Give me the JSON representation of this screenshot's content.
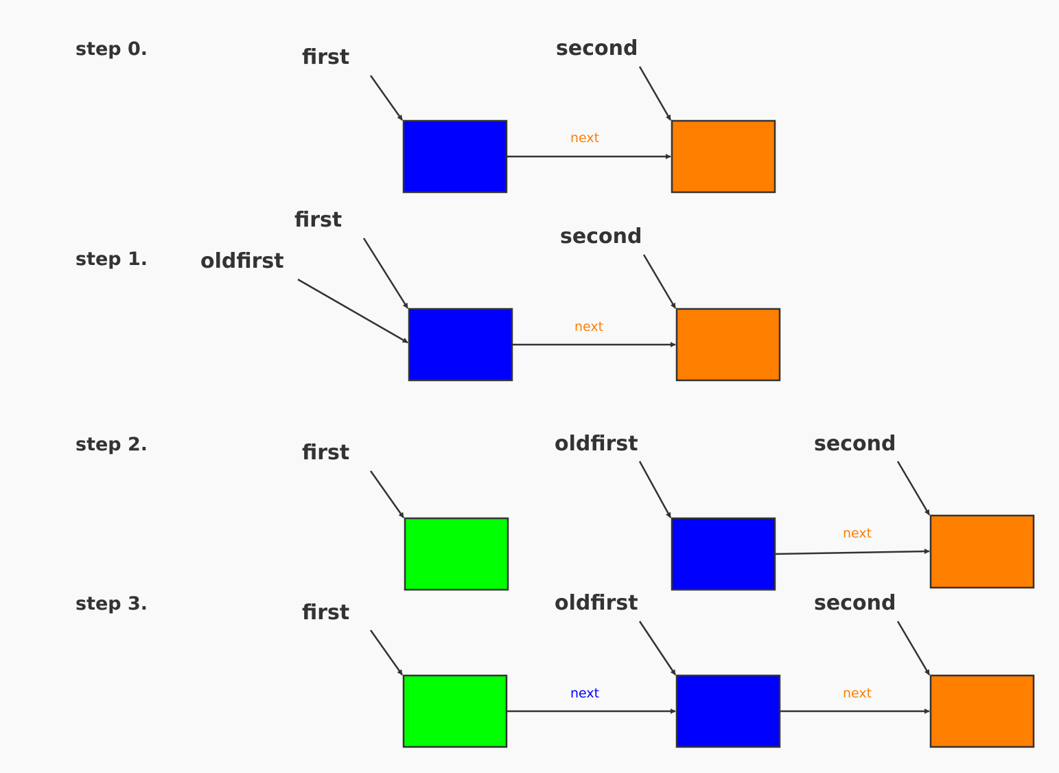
{
  "colors": {
    "background": "#f9f9f9",
    "ink": "#333333",
    "blue_node": "#0000ff",
    "orange_node": "#ff7f00",
    "green_node": "#00ff00",
    "orange_label": "#ff7f00",
    "blue_label": "#0000ff"
  },
  "steps": [
    {
      "label": "step 0.",
      "nodes": [
        {
          "id": "s0-first",
          "color": "blue"
        },
        {
          "id": "s0-second",
          "color": "orange"
        }
      ],
      "pointers": [
        {
          "label": "first",
          "target": "s0-first"
        },
        {
          "label": "second",
          "target": "s0-second"
        }
      ],
      "edges": [
        {
          "label": "next",
          "label_color": "orange",
          "from": "s0-first",
          "to": "s0-second"
        }
      ]
    },
    {
      "label": "step 1.",
      "nodes": [
        {
          "id": "s1-first",
          "color": "blue"
        },
        {
          "id": "s1-second",
          "color": "orange"
        }
      ],
      "pointers": [
        {
          "label": "first",
          "target": "s1-first"
        },
        {
          "label": "oldfirst",
          "target": "s1-first"
        },
        {
          "label": "second",
          "target": "s1-second"
        }
      ],
      "edges": [
        {
          "label": "next",
          "label_color": "orange",
          "from": "s1-first",
          "to": "s1-second"
        }
      ]
    },
    {
      "label": "step 2.",
      "nodes": [
        {
          "id": "s2-new",
          "color": "green"
        },
        {
          "id": "s2-old",
          "color": "blue"
        },
        {
          "id": "s2-second",
          "color": "orange"
        }
      ],
      "pointers": [
        {
          "label": "first",
          "target": "s2-new"
        },
        {
          "label": "oldfirst",
          "target": "s2-old"
        },
        {
          "label": "second",
          "target": "s2-second"
        }
      ],
      "edges": [
        {
          "label": "next",
          "label_color": "orange",
          "from": "s2-old",
          "to": "s2-second"
        }
      ]
    },
    {
      "label": "step 3.",
      "nodes": [
        {
          "id": "s3-new",
          "color": "green"
        },
        {
          "id": "s3-old",
          "color": "blue"
        },
        {
          "id": "s3-second",
          "color": "orange"
        }
      ],
      "pointers": [
        {
          "label": "first",
          "target": "s3-new"
        },
        {
          "label": "oldfirst",
          "target": "s3-old"
        },
        {
          "label": "second",
          "target": "s3-second"
        }
      ],
      "edges": [
        {
          "label": "next",
          "label_color": "blue",
          "from": "s3-new",
          "to": "s3-old"
        },
        {
          "label": "next",
          "label_color": "orange",
          "from": "s3-old",
          "to": "s3-second"
        }
      ]
    }
  ]
}
